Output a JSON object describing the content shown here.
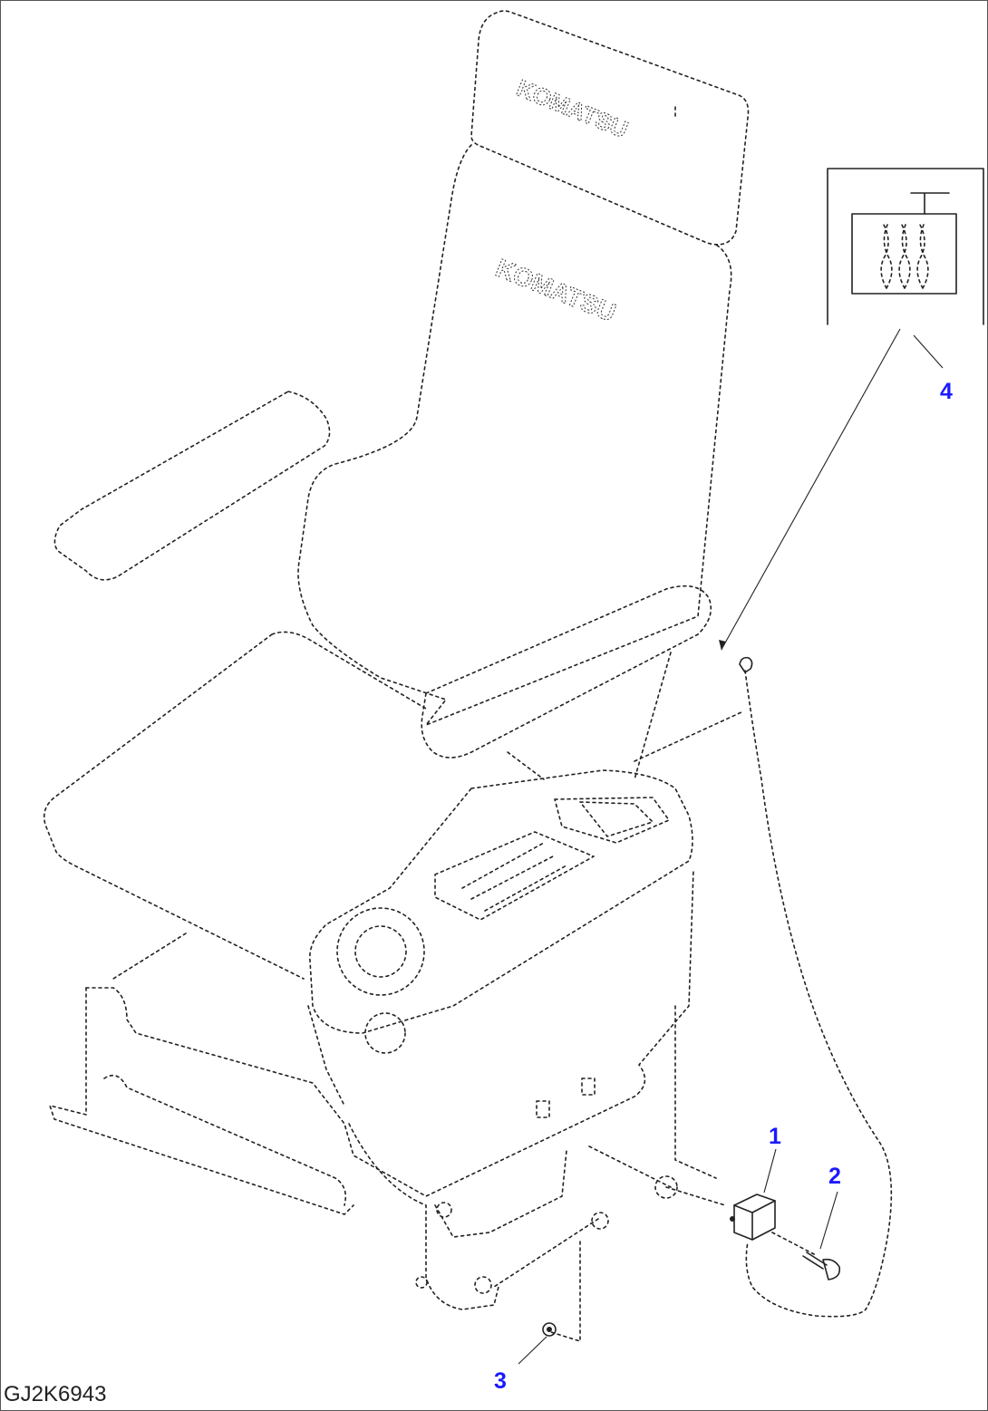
{
  "drawing_code": "GJ2K6943",
  "callouts": [
    {
      "label": "1"
    },
    {
      "label": "2"
    },
    {
      "label": "3"
    },
    {
      "label": "4"
    }
  ],
  "colors": {
    "callout": "#1a1aff",
    "line": "#222222",
    "text": "#222222"
  },
  "icons": {
    "seat_heater_symbol": "seat-heater-icon"
  }
}
